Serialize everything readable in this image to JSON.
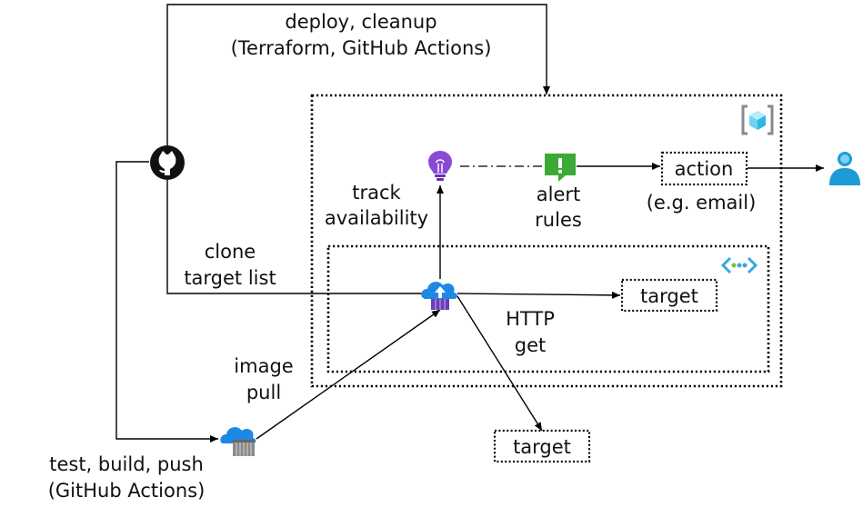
{
  "labels": {
    "deploy_line1": "deploy, cleanup",
    "deploy_line2": "(Terraform, GitHub Actions)",
    "track_line1": "track",
    "track_line2": "availability",
    "alert_line1": "alert",
    "alert_line2": "rules",
    "action": "action",
    "action_note": "(e.g. email)",
    "clone_line1": "clone",
    "clone_line2": "target list",
    "http_line1": "HTTP",
    "http_line2": "get",
    "target_inner": "target",
    "target_outer": "target",
    "image_line1": "image",
    "image_line2": "pull",
    "test_line1": "test, build, push",
    "test_line2": "(GitHub Actions)"
  },
  "icons": {
    "github": "github-icon",
    "app_insights": "application-insights-icon",
    "alert": "alert-rules-icon",
    "user": "user-icon",
    "resource_group": "resource-group-icon",
    "vnet": "virtual-network-icon",
    "container_instance": "container-instance-icon",
    "container_registry": "container-registry-icon"
  },
  "colors": {
    "azure_blue": "#1e88e5",
    "alert_green": "#3aa935",
    "insights_purple": "#7a3fc4",
    "registry_gray": "#8a8a8a"
  }
}
